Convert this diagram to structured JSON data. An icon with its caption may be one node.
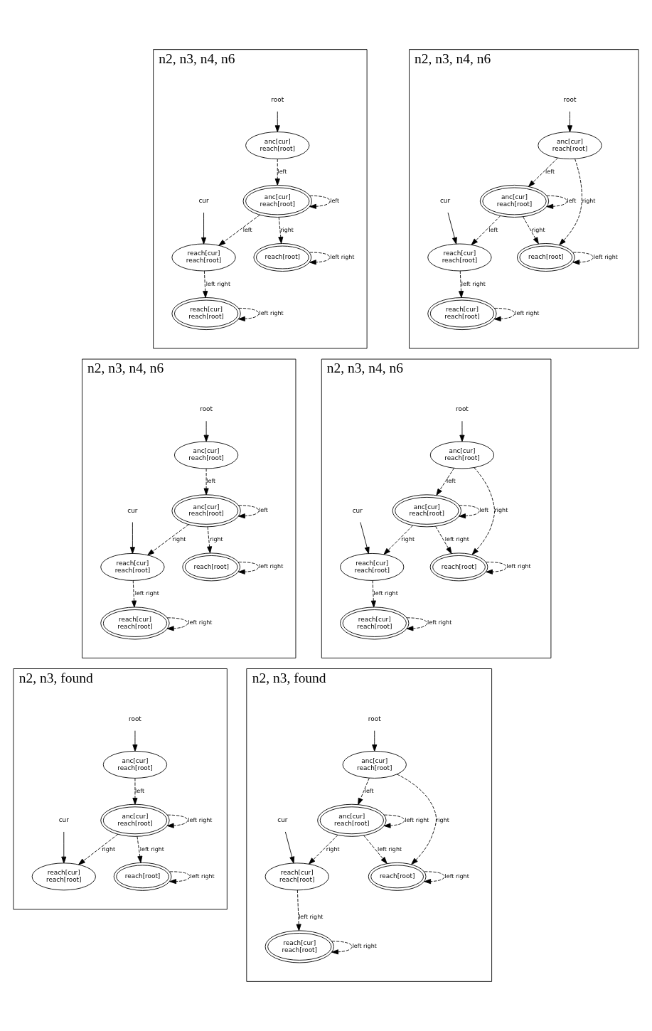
{
  "diagram": {
    "nodes": [
      {
        "text": [
          "n2, n3, n4, n6"
        ]
      },
      {
        "text": [
          "root"
        ],
        "in": 0
      },
      {
        "text": [
          "anc[cur]",
          "reach[root]"
        ],
        "in": 0
      },
      {
        "text": [
          "anc[cur]",
          "reach[root]"
        ],
        "in": 0
      },
      {
        "text": [
          "cur"
        ],
        "in": 0
      },
      {
        "text": [
          "reach[cur]",
          "reach[root]"
        ],
        "in": 0
      },
      {
        "text": [
          "reach[root]"
        ],
        "in": 0
      },
      {
        "text": [
          "reach[cur]",
          "reach[root]"
        ],
        "in": 0
      },
      {
        "text": [
          "n2, n3, n4, n6"
        ]
      },
      {
        "text": [
          "root"
        ],
        "in": 8
      },
      {
        "text": [
          "anc[cur]",
          "reach[root]"
        ],
        "in": 8
      },
      {
        "text": [
          "anc[cur]",
          "reach[root]"
        ],
        "in": 8
      },
      {
        "text": [
          "cur"
        ],
        "in": 8
      },
      {
        "text": [
          "reach[cur]",
          "reach[root]"
        ],
        "in": 8
      },
      {
        "text": [
          "reach[root]"
        ],
        "in": 8
      },
      {
        "text": [
          "reach[cur]",
          "reach[root]"
        ],
        "in": 8
      },
      {
        "text": [
          "n2, n3, n4, n6"
        ]
      },
      {
        "text": [
          "root"
        ],
        "in": 16
      },
      {
        "text": [
          "anc[cur]",
          "reach[root]"
        ],
        "in": 16
      },
      {
        "text": [
          "anc[cur]",
          "reach[root]"
        ],
        "in": 16
      },
      {
        "text": [
          "cur"
        ],
        "in": 16
      },
      {
        "text": [
          "reach[cur]",
          "reach[root]"
        ],
        "in": 16
      },
      {
        "text": [
          "reach[root]"
        ],
        "in": 16
      },
      {
        "text": [
          "reach[cur]",
          "reach[root]"
        ],
        "in": 16
      },
      {
        "text": [
          "n2, n3, n4, n6"
        ]
      },
      {
        "text": [
          "root"
        ],
        "in": 24
      },
      {
        "text": [
          "anc[cur]",
          "reach[root]"
        ],
        "in": 24
      },
      {
        "text": [
          "anc[cur]",
          "reach[root]"
        ],
        "in": 24
      },
      {
        "text": [
          "cur"
        ],
        "in": 24
      },
      {
        "text": [
          "reach[cur]",
          "reach[root]"
        ],
        "in": 24
      },
      {
        "text": [
          "reach[root]"
        ],
        "in": 24
      },
      {
        "text": [
          "reach[cur]",
          "reach[root]"
        ],
        "in": 24
      },
      {
        "text": [
          "n2, n3, found"
        ]
      },
      {
        "text": [
          "root"
        ],
        "in": 32
      },
      {
        "text": [
          "anc[cur]",
          "reach[root]"
        ],
        "in": 32
      },
      {
        "text": [
          "anc[cur]",
          "reach[root]"
        ],
        "in": 32
      },
      {
        "text": [
          "cur"
        ],
        "in": 32
      },
      {
        "text": [
          "reach[root]"
        ],
        "in": 32
      },
      {
        "text": [
          "reach[cur]",
          "reach[root]"
        ],
        "in": 32
      },
      {
        "text": [
          "n2, n3, found"
        ]
      },
      {
        "text": [
          "root"
        ],
        "in": 39
      },
      {
        "text": [
          "anc[cur]",
          "reach[root]"
        ],
        "in": 39
      },
      {
        "text": [
          "anc[cur]",
          "reach[root]"
        ],
        "in": 39
      },
      {
        "text": [
          "cur"
        ],
        "in": 39
      },
      {
        "text": [
          "reach[cur]",
          "reach[root]"
        ],
        "in": 39
      },
      {
        "text": [
          "reach[root]"
        ],
        "in": 39
      },
      {
        "text": [
          "reach[cur]",
          "reach[root]"
        ],
        "in": 39
      }
    ],
    "edges": [
      {
        "from": 1,
        "to": 2,
        "arrow": "to"
      },
      {
        "from": 2,
        "to": 3,
        "arrow": "to",
        "label": "left",
        "style": "dashed"
      },
      {
        "from": 3,
        "to": 3,
        "arrow": "to",
        "label": "left",
        "style": "dashed"
      },
      {
        "from": 3,
        "to": 5,
        "arrow": "to",
        "label": "left",
        "style": "dashed"
      },
      {
        "from": 3,
        "to": 6,
        "arrow": "to",
        "label": "right",
        "style": "dashed"
      },
      {
        "from": 4,
        "to": 5,
        "arrow": "to"
      },
      {
        "from": 6,
        "to": 6,
        "arrow": "to",
        "label": "left right",
        "style": "dashed"
      },
      {
        "from": 5,
        "to": 7,
        "arrow": "to",
        "label": "left right",
        "style": "dashed"
      },
      {
        "from": 7,
        "to": 7,
        "arrow": "to",
        "label": "left right",
        "style": "dashed"
      },
      {
        "from": 9,
        "to": 10,
        "arrow": "to"
      },
      {
        "from": 10,
        "to": 11,
        "arrow": "to",
        "label": "left",
        "style": "dashed"
      },
      {
        "from": 10,
        "to": 14,
        "arrow": "to",
        "label": "right",
        "style": "dashed"
      },
      {
        "from": 11,
        "to": 11,
        "arrow": "to",
        "label": "left",
        "style": "dashed"
      },
      {
        "from": 11,
        "to": 14,
        "arrow": "to",
        "label": "right",
        "style": "dashed"
      },
      {
        "from": 11,
        "to": 13,
        "arrow": "to",
        "label": "left",
        "style": "dashed"
      },
      {
        "from": 12,
        "to": 13,
        "arrow": "to"
      },
      {
        "from": 14,
        "to": 14,
        "arrow": "to",
        "label": "left right",
        "style": "dashed"
      },
      {
        "from": 13,
        "to": 15,
        "arrow": "to",
        "label": "left right",
        "style": "dashed"
      },
      {
        "from": 15,
        "to": 15,
        "arrow": "to",
        "label": "left right",
        "style": "dashed"
      },
      {
        "from": 17,
        "to": 18,
        "arrow": "to"
      },
      {
        "from": 18,
        "to": 19,
        "arrow": "to",
        "label": "left",
        "style": "dashed"
      },
      {
        "from": 19,
        "to": 19,
        "arrow": "to",
        "label": "left",
        "style": "dashed"
      },
      {
        "from": 19,
        "to": 21,
        "arrow": "to",
        "label": "right",
        "style": "dashed"
      },
      {
        "from": 19,
        "to": 22,
        "arrow": "to",
        "label": "right",
        "style": "dashed"
      },
      {
        "from": 20,
        "to": 21,
        "arrow": "to"
      },
      {
        "from": 22,
        "to": 22,
        "arrow": "to",
        "label": "left right",
        "style": "dashed"
      },
      {
        "from": 21,
        "to": 23,
        "arrow": "to",
        "label": "left right",
        "style": "dashed"
      },
      {
        "from": 23,
        "to": 23,
        "arrow": "to",
        "label": "left right",
        "style": "dashed"
      },
      {
        "from": 25,
        "to": 26,
        "arrow": "to"
      },
      {
        "from": 26,
        "to": 27,
        "arrow": "to",
        "label": "left",
        "style": "dashed"
      },
      {
        "from": 26,
        "to": 30,
        "arrow": "to",
        "label": "right",
        "style": "dashed"
      },
      {
        "from": 27,
        "to": 27,
        "arrow": "to",
        "label": "left",
        "style": "dashed"
      },
      {
        "from": 27,
        "to": 30,
        "arrow": "to",
        "label": "left right",
        "style": "dashed"
      },
      {
        "from": 27,
        "to": 29,
        "arrow": "to",
        "label": "right",
        "style": "dashed"
      },
      {
        "from": 28,
        "to": 29,
        "arrow": "to"
      },
      {
        "from": 30,
        "to": 30,
        "arrow": "to",
        "label": "left right",
        "style": "dashed"
      },
      {
        "from": 29,
        "to": 31,
        "arrow": "to",
        "label": "left right",
        "style": "dashed"
      },
      {
        "from": 31,
        "to": 31,
        "arrow": "to",
        "label": "left right",
        "style": "dashed"
      },
      {
        "from": 33,
        "to": 34,
        "arrow": "to"
      },
      {
        "from": 34,
        "to": 35,
        "arrow": "to",
        "label": "left",
        "style": "dashed"
      },
      {
        "from": 35,
        "to": 35,
        "arrow": "to",
        "label": "left right",
        "style": "dashed"
      },
      {
        "from": 35,
        "to": 37,
        "arrow": "to",
        "label": "left right",
        "style": "dashed"
      },
      {
        "from": 35,
        "to": 38,
        "arrow": "to",
        "label": "right",
        "style": "dashed"
      },
      {
        "from": 36,
        "to": 38,
        "arrow": "to"
      },
      {
        "from": 37,
        "to": 37,
        "arrow": "to",
        "label": "left right",
        "style": "dashed"
      },
      {
        "from": 40,
        "to": 41,
        "arrow": "to"
      },
      {
        "from": 41,
        "to": 42,
        "arrow": "to",
        "label": "left",
        "style": "dashed"
      },
      {
        "from": 41,
        "to": 45,
        "arrow": "to",
        "label": "right",
        "style": "dashed"
      },
      {
        "from": 42,
        "to": 42,
        "arrow": "to",
        "label": "left right",
        "style": "dashed"
      },
      {
        "from": 42,
        "to": 45,
        "arrow": "to",
        "label": "left right",
        "style": "dashed"
      },
      {
        "from": 42,
        "to": 44,
        "arrow": "to",
        "label": "right",
        "style": "dashed"
      },
      {
        "from": 43,
        "to": 44,
        "arrow": "to"
      },
      {
        "from": 45,
        "to": 45,
        "arrow": "to",
        "label": "left right",
        "style": "dashed"
      },
      {
        "from": 44,
        "to": 46,
        "arrow": "to",
        "label": "left right",
        "style": "dashed"
      },
      {
        "from": 46,
        "to": 46,
        "arrow": "to",
        "label": "left right",
        "style": "dashed"
      }
    ]
  }
}
